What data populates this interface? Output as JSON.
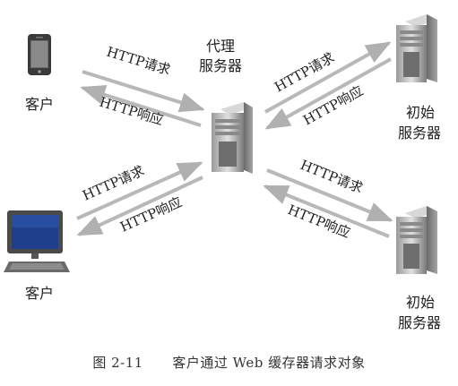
{
  "labels": {
    "client": "客户",
    "proxy_line1": "代理",
    "proxy_line2": "服务器",
    "origin_line1": "初始",
    "origin_line2": "服务器",
    "http_request": "HTTP请求",
    "http_response": "HTTP响应"
  },
  "caption": {
    "number": "图 2-11",
    "text": "客户通过 Web 缓存器请求对象"
  },
  "colors": {
    "arrow": "#b8b8b8",
    "device_dark": "#5a5a5a",
    "device_light": "#c9c9c9",
    "screen": "#1f3f8c"
  }
}
